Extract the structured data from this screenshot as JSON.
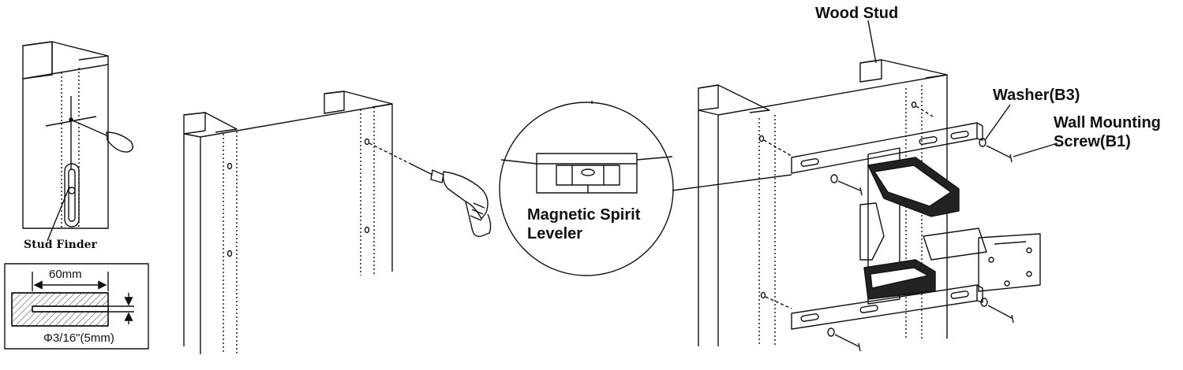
{
  "labels": {
    "stud_finder": "Stud Finder",
    "dimension_60mm": "60mm",
    "drill_diameter": "Φ3/16\"(5mm)",
    "magnetic_spirit_line1": "Magnetic Spirit",
    "magnetic_spirit_line2": "Leveler",
    "wood_stud": "Wood Stud",
    "washer": "Washer(B3)",
    "screw_line1": "Wall Mounting",
    "screw_line2": "Screw(B1)"
  },
  "colors": {
    "ink": "#111111",
    "hatch": "#555555",
    "background": "#ffffff"
  },
  "icons": [
    "stud-finder-icon",
    "screwdriver-icon",
    "drill-icon",
    "spirit-level-icon",
    "wall-mount-bracket-icon",
    "washer-icon",
    "screw-icon"
  ]
}
